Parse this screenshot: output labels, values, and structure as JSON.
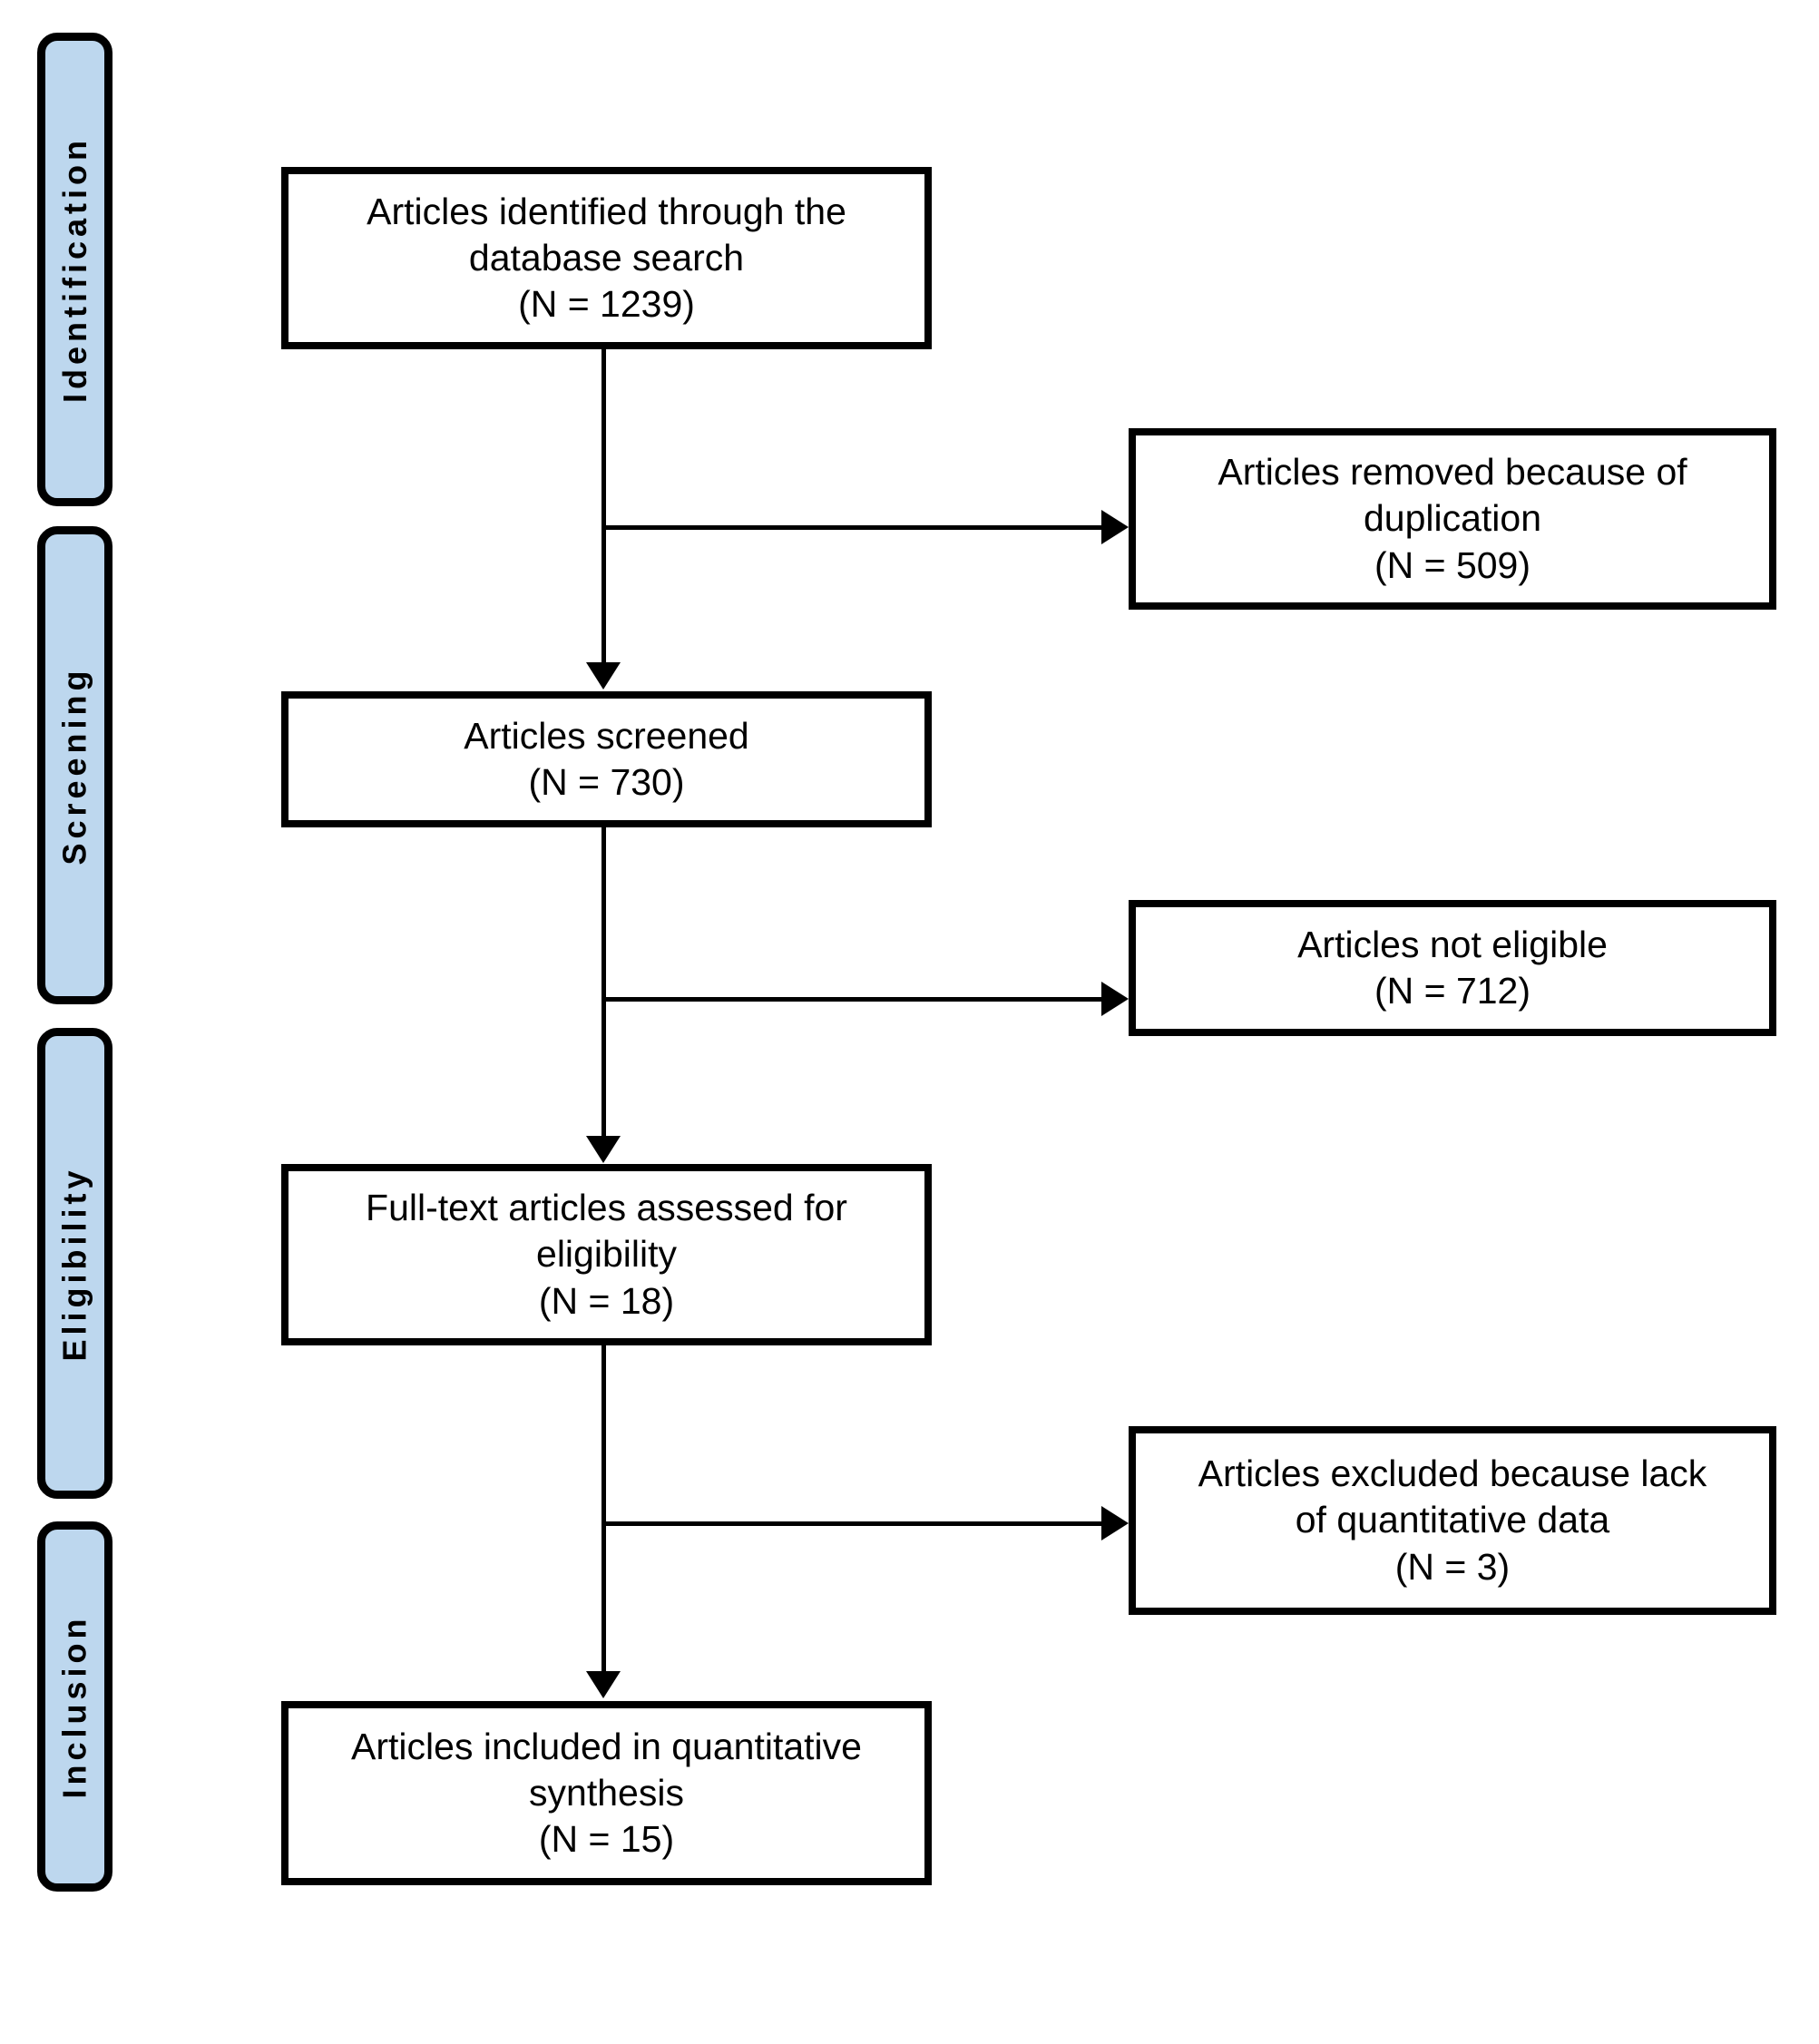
{
  "diagram": {
    "type": "prisma-flow-diagram",
    "colors": {
      "stage_tab_fill": "#bdd7ee",
      "stroke": "#000000",
      "box_fill": "#ffffff",
      "background": "#ffffff"
    },
    "stages": [
      {
        "label": "Identification"
      },
      {
        "label": "Screening"
      },
      {
        "label": "Eligibility"
      },
      {
        "label": "Inclusion"
      }
    ],
    "main_boxes": [
      {
        "id": "identified",
        "lines": [
          "Articles identified through the",
          "database search",
          "(N = 1239)"
        ],
        "count": 1239
      },
      {
        "id": "screened",
        "lines": [
          "Articles screened",
          "(N = 730)"
        ],
        "count": 730
      },
      {
        "id": "full-text-assessed",
        "lines": [
          "Full-text articles assessed for",
          "eligibility",
          "(N = 18)"
        ],
        "count": 18
      },
      {
        "id": "included",
        "lines": [
          "Articles included in quantitative",
          "synthesis",
          "(N = 15)"
        ],
        "count": 15
      }
    ],
    "excluded_boxes": [
      {
        "id": "removed-duplication",
        "lines": [
          "Articles removed because of",
          "duplication",
          "(N = 509)"
        ],
        "count": 509
      },
      {
        "id": "not-eligible",
        "lines": [
          "Articles not eligible",
          "(N = 712)"
        ],
        "count": 712
      },
      {
        "id": "excluded-no-quantitative-data",
        "lines": [
          "Articles excluded because lack",
          "of quantitative data",
          "(N = 3)"
        ],
        "count": 3
      }
    ]
  }
}
